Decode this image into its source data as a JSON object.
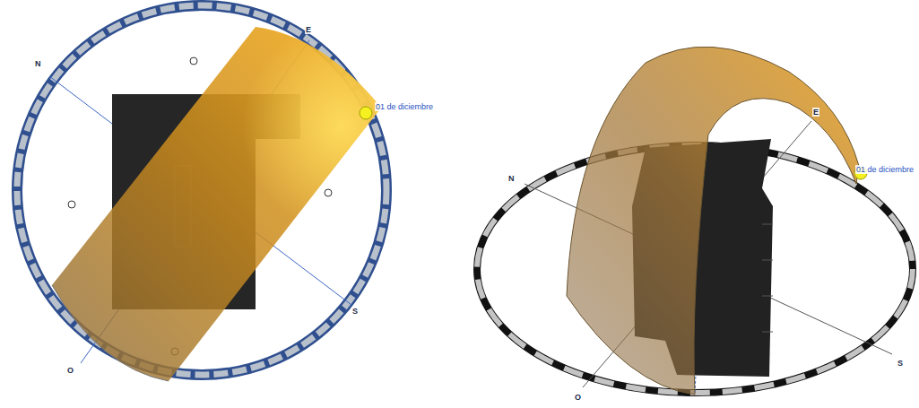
{
  "diagram": {
    "labels": [
      "N",
      "E",
      "S",
      "O",
      "01 de diciembre",
      "N",
      "E",
      "S",
      "O",
      "01 de diciembre"
    ]
  }
}
